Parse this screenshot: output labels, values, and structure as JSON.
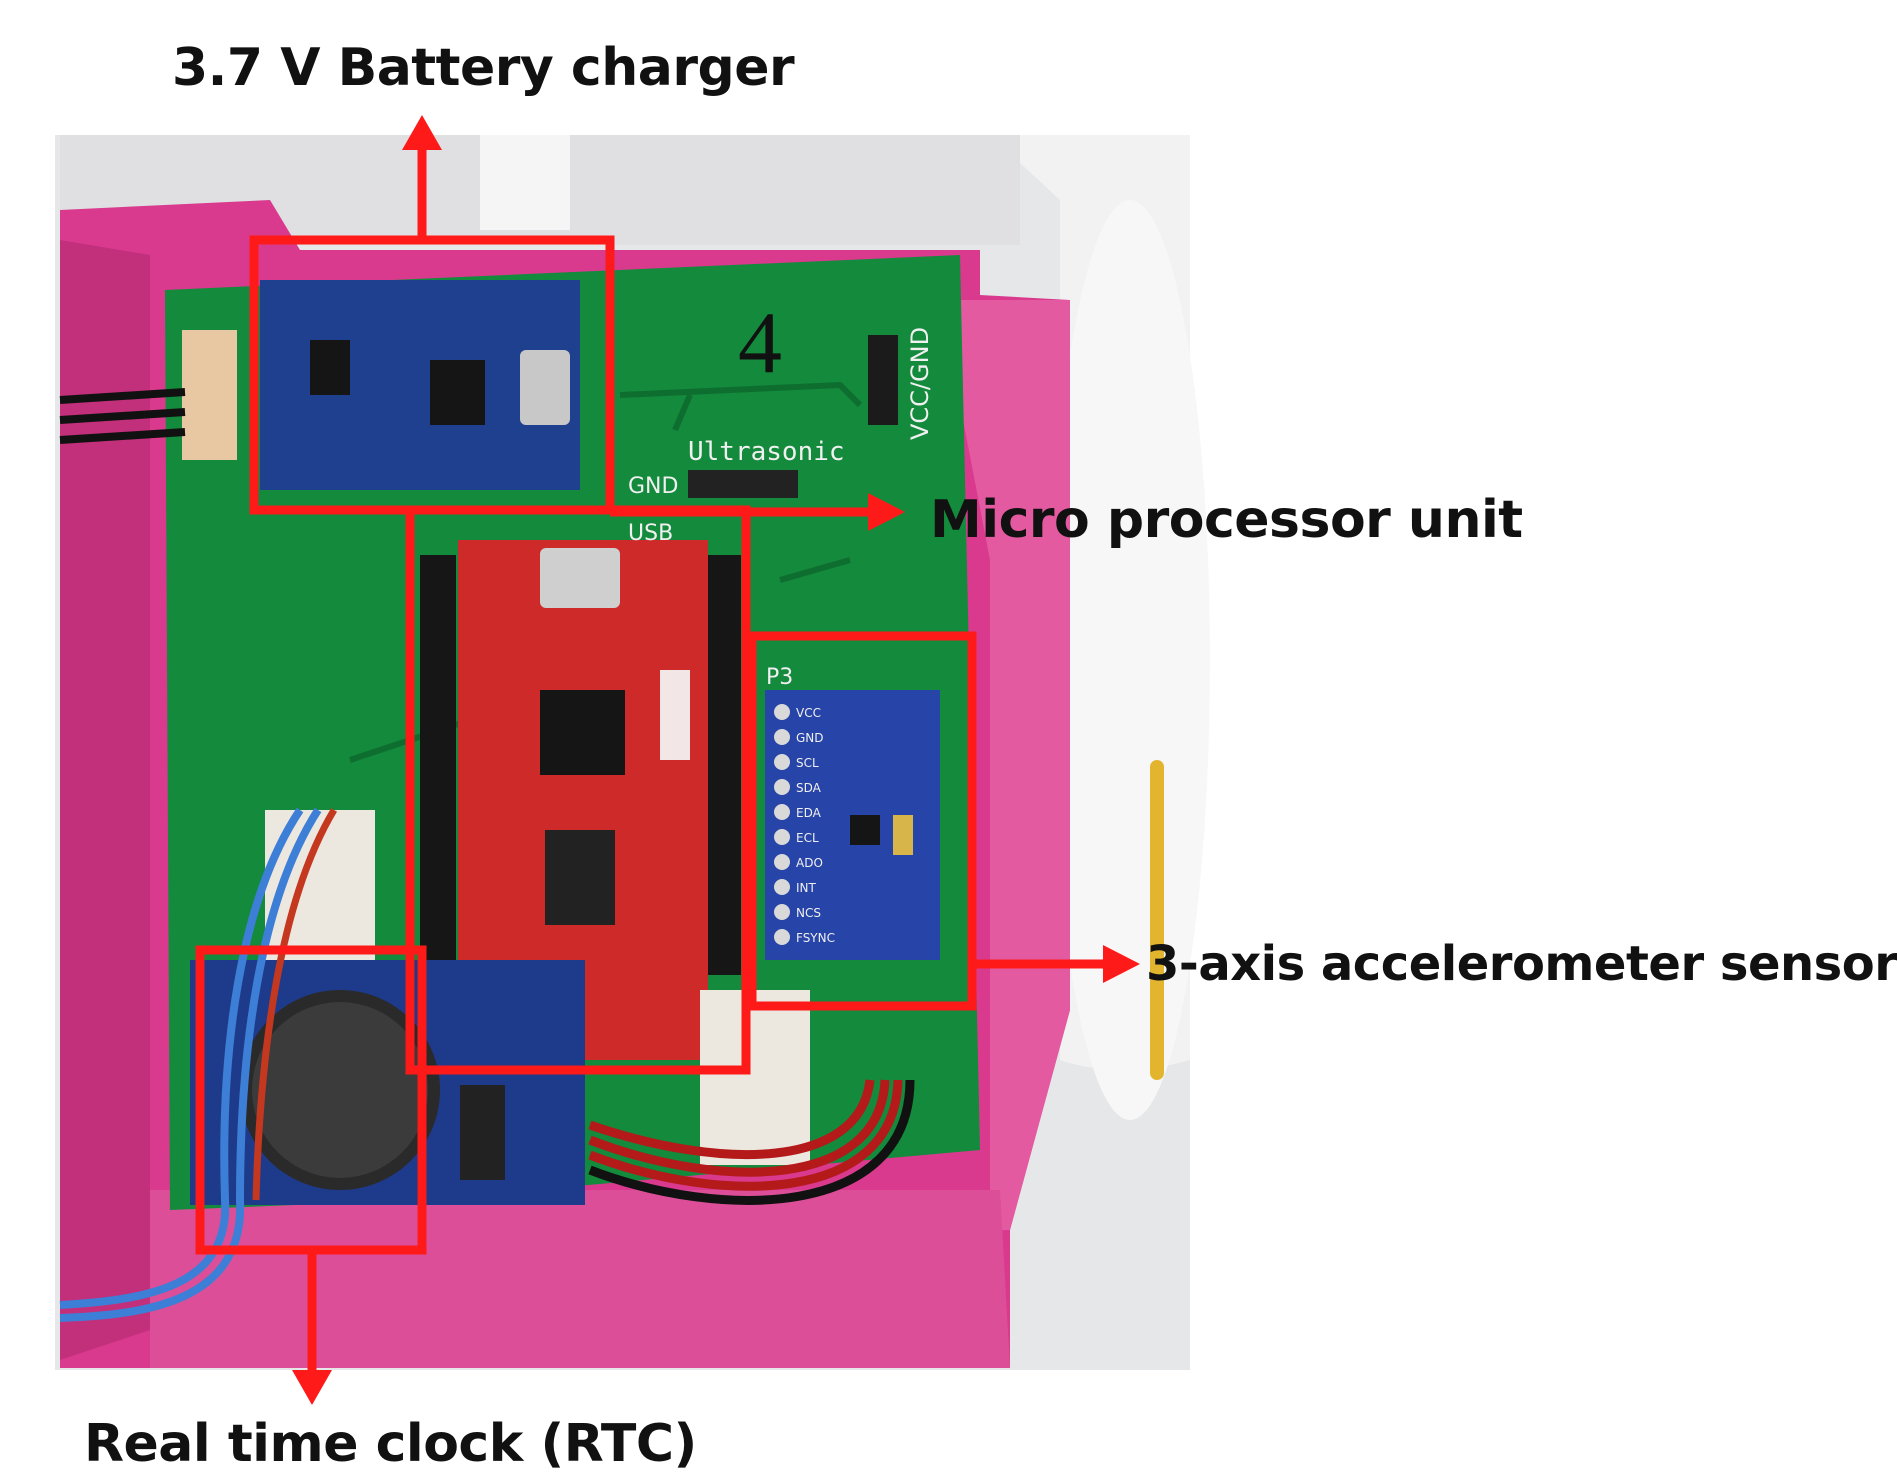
{
  "labels": {
    "battery_charger": "3.7 V Battery charger",
    "micro_processor": "Micro processor unit",
    "accelerometer": "3-axis accelerometer sensor",
    "rtc": "Real time clock (RTC)"
  },
  "board": {
    "digit": "4",
    "vcc_gnd": "VCC/GND",
    "ultrasonic": "Ultrasonic",
    "gnd": "GND",
    "usb": "USB",
    "p3": "P3",
    "accel_pins": [
      "VCC",
      "GND",
      "SCL",
      "SDA",
      "EDA",
      "ECL",
      "ADO",
      "INT",
      "NCS",
      "FSYNC"
    ]
  },
  "colors": {
    "highlight": "#ff1a1a",
    "enclosure": "#d93a8e",
    "pcb": "#138a3c",
    "charger_board": "#1f3f8f",
    "mcu_board": "#cf2a2a",
    "accel_board": "#2744a8"
  }
}
